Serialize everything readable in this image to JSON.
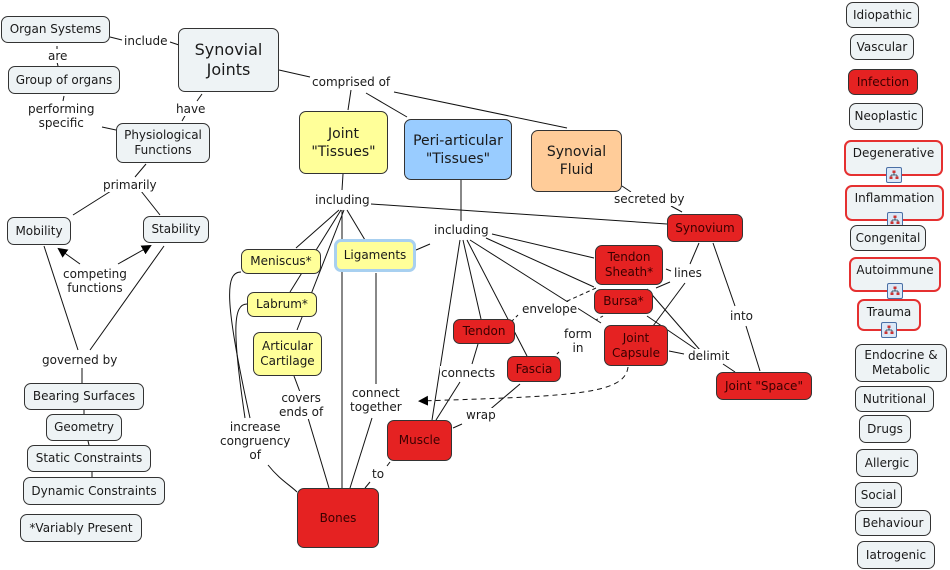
{
  "concept_map": {
    "central_concept": "Synovial\nJoints",
    "colors": {
      "neutral": "#eef3f5",
      "joint_tissues": "#ffff99",
      "periarticular_tissues": "#99ccff",
      "synovial_fluid": "#ffcc99",
      "highlight_red": "#e52222",
      "outline_red": "#e53030"
    },
    "nodes": {
      "organ_systems": "Organ Systems",
      "group_of_organs": "Group of organs",
      "synovial_joints": "Synovial\nJoints",
      "physiological_functions": "Physiological\nFunctions",
      "mobility": "Mobility",
      "stability": "Stability",
      "bearing_surfaces": "Bearing Surfaces",
      "geometry": "Geometry",
      "static_constraints": "Static Constraints",
      "dynamic_constraints": "Dynamic Constraints",
      "variably_present": "*Variably Present",
      "joint_tissues": "Joint\n\"Tissues\"",
      "periarticular_tissues": "Peri-articular\n\"Tissues\"",
      "synovial_fluid": "Synovial\nFluid",
      "meniscus": "Meniscus*",
      "labrum": "Labrum*",
      "articular_cartilage": "Articular\nCartilage",
      "ligaments": "Ligaments",
      "bones": "Bones",
      "muscle": "Muscle",
      "tendon": "Tendon",
      "fascia": "Fascia",
      "tendon_sheath": "Tendon\nSheath*",
      "bursa": "Bursa*",
      "joint_capsule": "Joint\nCapsule",
      "synovium": "Synovium",
      "joint_space": "Joint \"Space\""
    },
    "links": {
      "include": "include",
      "are": "are",
      "performing_specific": "performing\nspecific",
      "have": "have",
      "primarily": "primarily",
      "competing_functions": "competing\nfunctions",
      "governed_by": "governed by",
      "comprised_of": "comprised of",
      "including_joint": "including",
      "including_peri": "including",
      "secreted_by": "secreted by",
      "covers_ends_of": "covers\nends of",
      "connect_together": "connect\ntogether",
      "increase_congruency_of": "increase\ncongruency\nof",
      "to": "to",
      "connects": "connects",
      "wrap": "wrap",
      "envelope": "envelope",
      "form_in": "form\nin",
      "lines": "lines",
      "delimit": "delimit",
      "into": "into"
    }
  },
  "etiology_list": [
    {
      "label": "Idiopathic",
      "style": "neutral",
      "has_submap": false
    },
    {
      "label": "Vascular",
      "style": "neutral",
      "has_submap": false
    },
    {
      "label": "Infection",
      "style": "red",
      "has_submap": false
    },
    {
      "label": "Neoplastic",
      "style": "neutral",
      "has_submap": false
    },
    {
      "label": "Degenerative",
      "style": "red-outline",
      "has_submap": true
    },
    {
      "label": "Inflammation",
      "style": "red-outline",
      "has_submap": true
    },
    {
      "label": "Congenital",
      "style": "neutral",
      "has_submap": false
    },
    {
      "label": "Autoimmune",
      "style": "red-outline",
      "has_submap": true
    },
    {
      "label": "Trauma",
      "style": "red-outline",
      "has_submap": true
    },
    {
      "label": "Endocrine &\nMetabolic",
      "style": "neutral",
      "has_submap": false
    },
    {
      "label": "Nutritional",
      "style": "neutral",
      "has_submap": false
    },
    {
      "label": "Drugs",
      "style": "neutral",
      "has_submap": false
    },
    {
      "label": "Allergic",
      "style": "neutral",
      "has_submap": false
    },
    {
      "label": "Social",
      "style": "neutral",
      "has_submap": false
    },
    {
      "label": "Behaviour",
      "style": "neutral",
      "has_submap": false
    },
    {
      "label": "Iatrogenic",
      "style": "neutral",
      "has_submap": false
    }
  ],
  "icons": {
    "submap": "submap-icon"
  }
}
